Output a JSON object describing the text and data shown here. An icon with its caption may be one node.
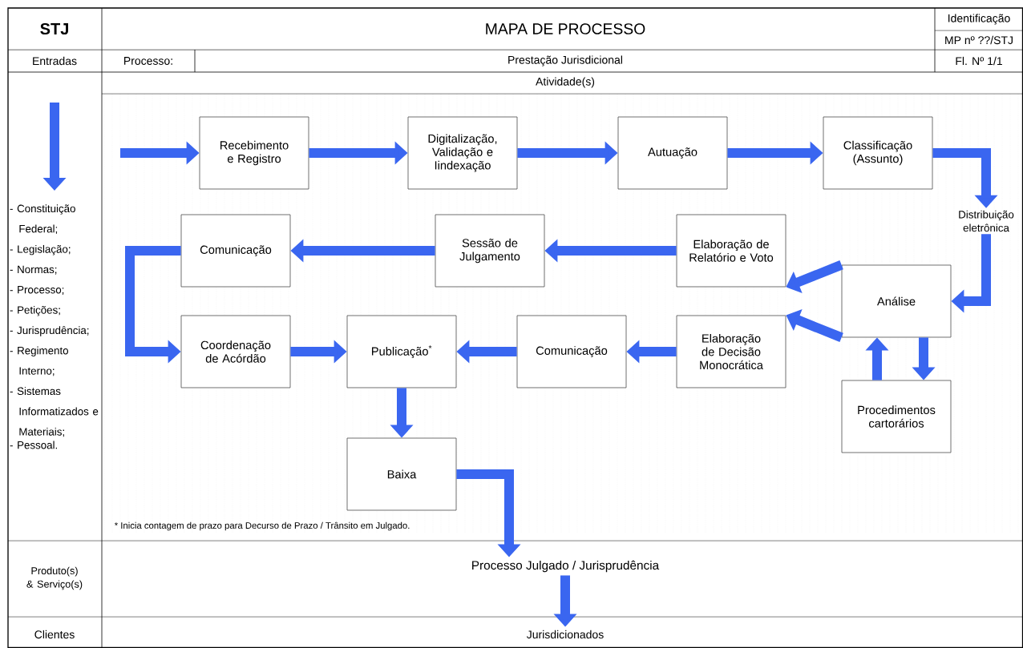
{
  "diagram": {
    "title": "MAPA DE PROCESSO",
    "nodes": [
      {
        "text": [
          "- Constituição Federal;",
          "- Legislação;",
          "- Normas;",
          "- Processo;",
          "- Petições;",
          "- Jurisprudência;",
          "- Regimento Interno;",
          "- Sistemas Informatizados e Materiais;",
          "- Pessoal."
        ]
      },
      {
        "text": [
          "Recebimento e Registro"
        ]
      },
      {
        "text": [
          "Digitalização, Validação e Iindexação"
        ]
      },
      {
        "text": [
          "Autuação"
        ]
      },
      {
        "text": [
          "Classificação (Assunto)"
        ]
      },
      {
        "text": [
          "Distribuição eletrônica"
        ]
      },
      {
        "text": [
          "Comunicação"
        ]
      },
      {
        "text": [
          "Sessão de Julgamento"
        ]
      },
      {
        "text": [
          "Elaboração de Relatório e Voto"
        ]
      },
      {
        "text": [
          "Análise"
        ]
      },
      {
        "text": [
          "Coordenação de Acórdão"
        ]
      },
      {
        "text": [
          "Publicação$^{*}$"
        ]
      },
      {
        "text": [
          "Comunicação"
        ]
      },
      {
        "text": [
          "Elaboração de Decisão Monocrática"
        ]
      },
      {
        "text": [
          "Procedimentos cartorários"
        ]
      },
      {
        "text": [
          "Baixa"
        ]
      },
      {
        "text": [
          "Processo Julgado / Jurisprudência"
        ]
      },
      {
        "text": [
          "Jurisdicionados"
        ]
      }
    ],
    "edges": [
      {
        "from": null,
        "to": 0,
        "arrow": "to"
      },
      {
        "from": null,
        "to": 1,
        "arrow": "to"
      },
      {
        "from": 1,
        "to": 2,
        "arrow": "to"
      },
      {
        "from": 2,
        "to": 3,
        "arrow": "to"
      },
      {
        "from": 3,
        "to": 4,
        "arrow": "to"
      },
      {
        "from": 4,
        "to": 5,
        "arrow": "to"
      },
      {
        "from": 5,
        "to": 9,
        "arrow": "to"
      },
      {
        "from": 9,
        "to": 8,
        "arrow": "to"
      },
      {
        "from": 9,
        "to": 13,
        "arrow": "to"
      },
      {
        "from": 9,
        "to": 14,
        "arrow": "to"
      },
      {
        "from": 14,
        "to": 9,
        "arrow": "to"
      },
      {
        "from": 8,
        "to": 7,
        "arrow": "to"
      },
      {
        "from": 7,
        "to": 6,
        "arrow": "to"
      },
      {
        "from": 6,
        "to": 10,
        "arrow": "to"
      },
      {
        "from": 10,
        "to": 11,
        "arrow": "to"
      },
      {
        "from": 13,
        "to": 12,
        "arrow": "to"
      },
      {
        "from": 12,
        "to": 11,
        "arrow": "to"
      },
      {
        "from": 11,
        "to": 15,
        "arrow": "to"
      },
      {
        "from": 15,
        "to": 16,
        "arrow": "to"
      },
      {
        "from": 16,
        "to": 17,
        "arrow": "to"
      }
    ],
    "labels": [
      "STJ",
      "Identificação",
      "MP nº ??/STJ",
      "Entradas",
      "Processo:",
      "Prestação Jurisdicional",
      "Fl. Nº 1/1",
      "Atividade(s)",
      "* Inicia contagem de prazo para Decurso de Prazo / Trânsito em Julgado.",
      "Produto(s) & Serviço(s)",
      "Clientes"
    ]
  }
}
